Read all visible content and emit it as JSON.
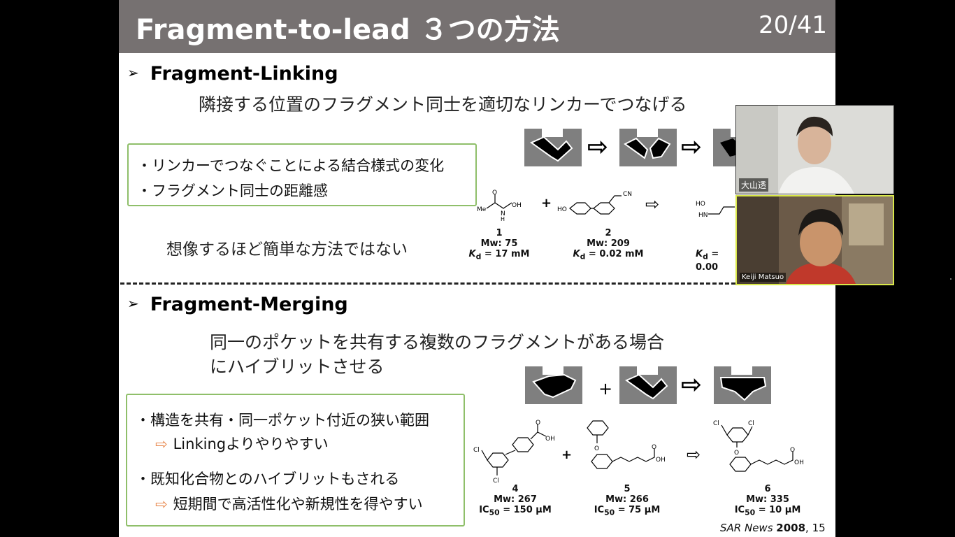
{
  "slide": {
    "title": "Fragment-to-lead ３つの方法",
    "page_number": "20/41",
    "linking": {
      "heading": "Fragment-Linking",
      "description": "隣接する位置のフラグメント同士を適切なリンカーでつなげる",
      "bullets": [
        "・リンカーでつなぐことによる結合様式の変化",
        "・フラグメント同士の距離感"
      ],
      "note": "想像するほど簡単な方法ではない",
      "compounds": [
        {
          "id": "1",
          "mw": "Mw: 75",
          "kd": "= 17 mM"
        },
        {
          "id": "2",
          "mw": "Mw: 209",
          "kd": "= 0.02 mM"
        },
        {
          "kd_partial": "= 0.00"
        }
      ]
    },
    "merging": {
      "heading": "Fragment-Merging",
      "description_line1": "同一のポケットを共有する複数のフラグメントがある場合",
      "description_line2": "にハイブリットさせる",
      "bullets": [
        {
          "text": "・構造を共有・同一ポケット付近の狭い範囲",
          "sub": "Linkingよりやりやすい"
        },
        {
          "text": "・既知化合物とのハイブリットもされる",
          "sub": "短期間で高活性化や新規性を得やすい"
        }
      ],
      "compounds": [
        {
          "id": "4",
          "mw": "Mw: 267",
          "ic50": "= 150 μM"
        },
        {
          "id": "5",
          "mw": "Mw: 266",
          "ic50": "= 75 μM"
        },
        {
          "id": "6",
          "mw": "Mw: 335",
          "ic50": "= 10 μM"
        }
      ]
    },
    "reference": {
      "journal": "SAR News",
      "year": "2008",
      "page": ", 15"
    }
  },
  "participants": [
    {
      "name": "大山透"
    },
    {
      "name": "Keiji Matsuo"
    }
  ],
  "colors": {
    "title_bar": "#767171",
    "box_border": "#8fbf6a",
    "hollow_arrow": "#e8894f",
    "active_speaker_border": "#d9e84a"
  }
}
